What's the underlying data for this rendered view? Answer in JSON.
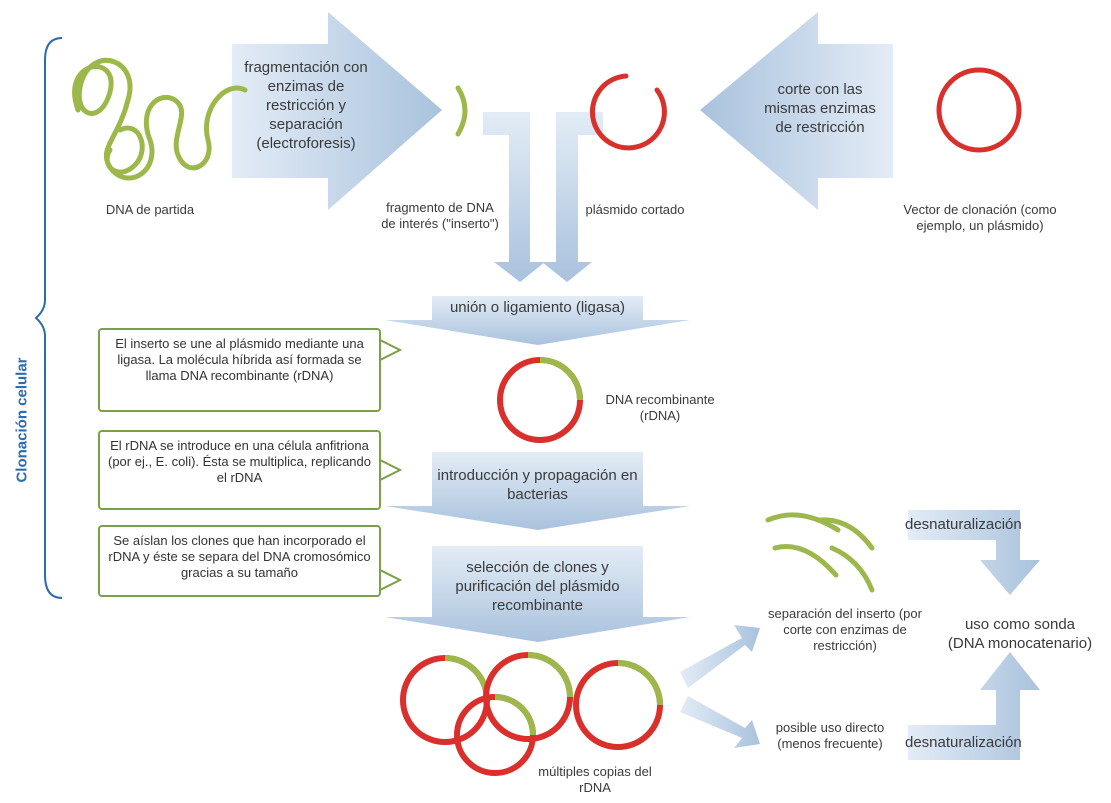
{
  "side_label": "Clonación celular",
  "labels": {
    "dna_partida": "DNA de partida",
    "fragmentacion": "fragmentación con enzimas de restricción y separación (electroforesis)",
    "fragmento": "fragmento de DNA de interés (\"inserto\")",
    "plasmido_cortado": "plásmido cortado",
    "corte": "corte con las mismas enzimas de restricción",
    "vector": "Vector de clonación (como ejemplo, un plásmido)",
    "union": "unión o ligamiento (ligasa)",
    "dna_recombinante": "DNA recombinante (rDNA)",
    "introduccion": "introducción y propagación en bacterias",
    "seleccion": "selección de clones y purificación del plásmido recombinante",
    "multiples": "múltiples copias del rDNA",
    "separacion": "separación del inserto (por corte con enzimas de restricción)",
    "posible": "posible uso directo (menos frecuente)",
    "desnat_top": "desnaturalización",
    "desnat_bottom": "desnaturalización",
    "uso_sonda": "uso como sonda (DNA monocatenario)"
  },
  "notes": {
    "note1": "El inserto se une al plásmido mediante una ligasa. La molécula híbrida así formada se llama DNA recombinante (rDNA)",
    "note2": "El rDNA se introduce en una célula anfitriona (por ej., E. coli). Ésta se multiplica, replicando el rDNA",
    "note3": "Se aíslan los clones que han incorporado el rDNA y éste se separa del DNA cromosómico gracias a su tamaño"
  },
  "colors": {
    "dna_green": "#9cb84a",
    "plasmid_red": "#d9302c",
    "arrow_blue": "#c9d9ea",
    "note_border": "#7aa04a",
    "side_label": "#2b6cb0"
  }
}
